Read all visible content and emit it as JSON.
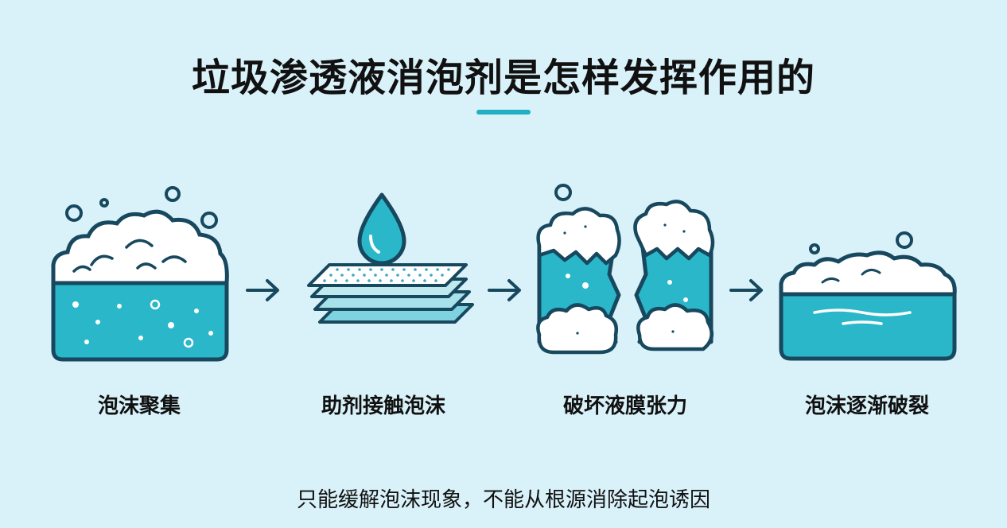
{
  "title": "垃圾渗透液消泡剂是怎样发挥作用的",
  "steps": [
    {
      "label": "泡沫聚集",
      "icon": "foam-tank-icon"
    },
    {
      "label": "助剂接触泡沫",
      "icon": "droplet-layers-icon"
    },
    {
      "label": "破坏液膜张力",
      "icon": "broken-column-icon"
    },
    {
      "label": "泡沫逐渐破裂",
      "icon": "calm-tank-icon"
    }
  ],
  "footnote": "只能缓解泡沫现象，不能从根源消除起泡诱因",
  "colors": {
    "background": "#d9f1f9",
    "accent": "#1fb0c4",
    "liquid": "#2ab7c9",
    "outline": "#17485e",
    "foam": "#ffffff"
  }
}
